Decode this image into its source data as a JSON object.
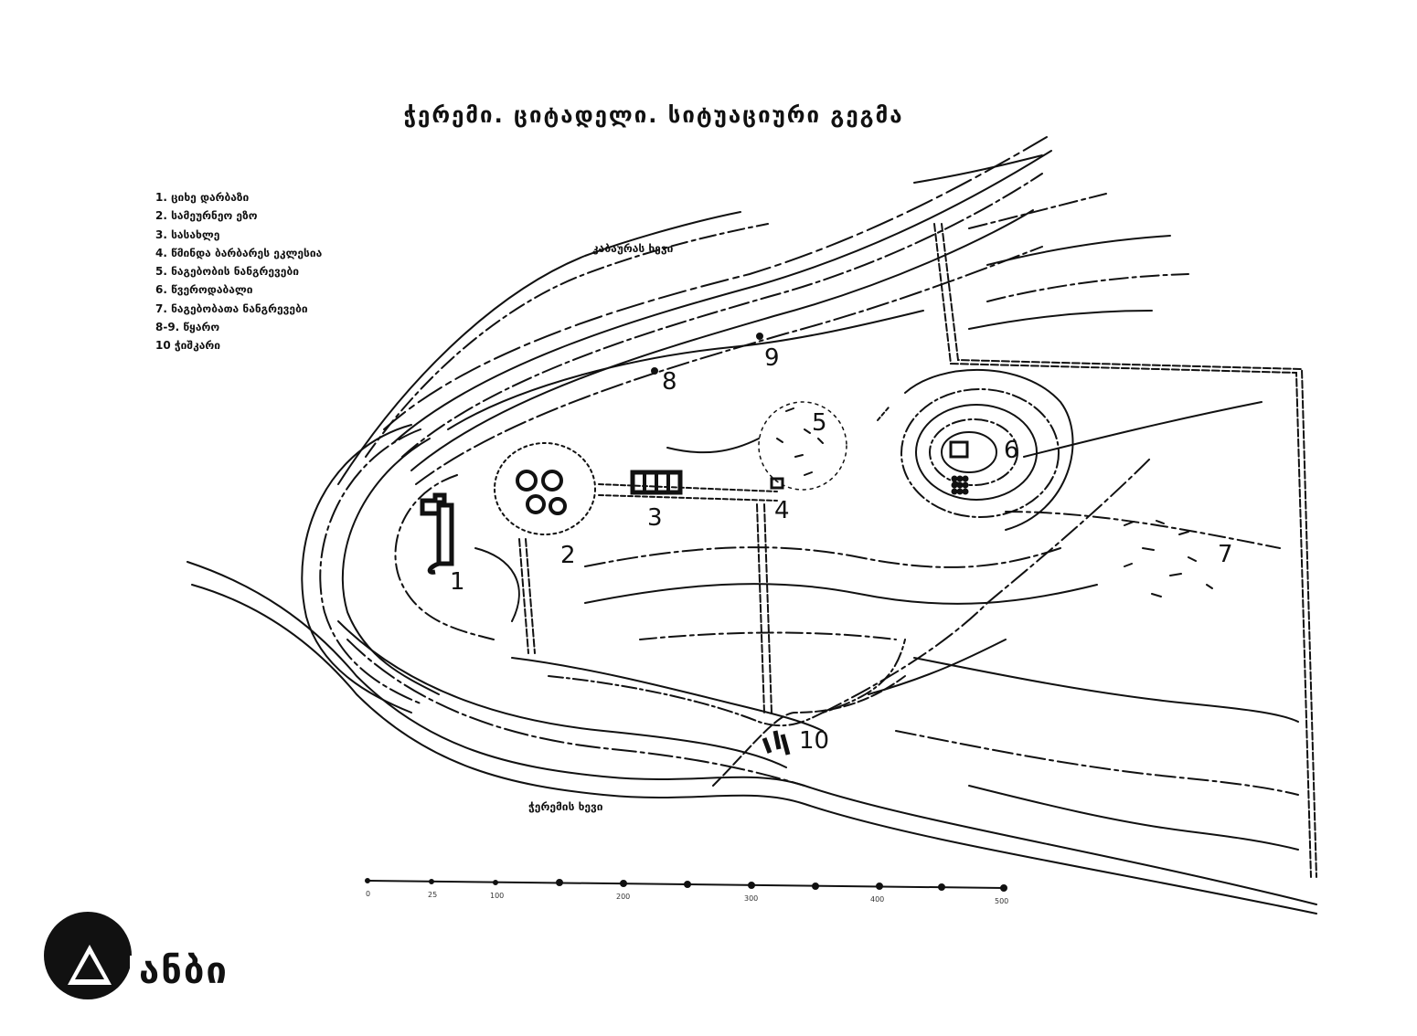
{
  "title": "ჭერემი. ციტადელი. სიტუაციური გეგმა",
  "legend": [
    "1. ციხე დარბაზი",
    "2. სამეურნეო ეზო",
    "3. სასახლე",
    "4. წმინდა ბარბარეს ეკლესია",
    "5. ნაგებობის ნანგრევები",
    "6. წვეროდაბალი",
    "7. ნაგებობათა ნანგრევები",
    "8-9. წყარო",
    "10 ჭიშკარი"
  ],
  "gorges": {
    "north": "კაბაურას ხევი",
    "south": "ჭერემის ხევი"
  },
  "markers": [
    "1",
    "2",
    "3",
    "4",
    "5",
    "6",
    "7",
    "8",
    "9",
    "10"
  ],
  "scale": {
    "ticks": [
      "0",
      "25",
      "100",
      "200",
      "300",
      "400",
      "500"
    ]
  },
  "logo": {
    "text": "ანბი",
    "icon": "triangle-in-circle-icon"
  }
}
